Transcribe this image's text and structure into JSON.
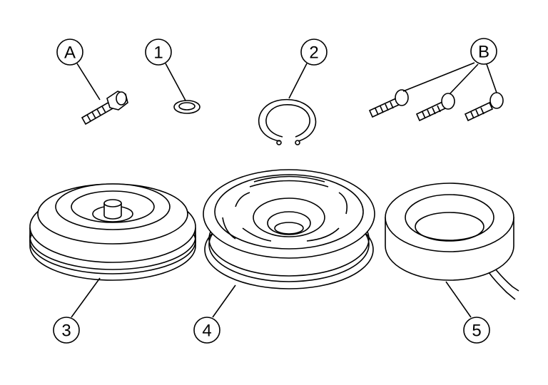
{
  "callouts": {
    "A": "A",
    "one": "1",
    "two": "2",
    "B": "B",
    "three": "3",
    "four": "4",
    "five": "5"
  }
}
